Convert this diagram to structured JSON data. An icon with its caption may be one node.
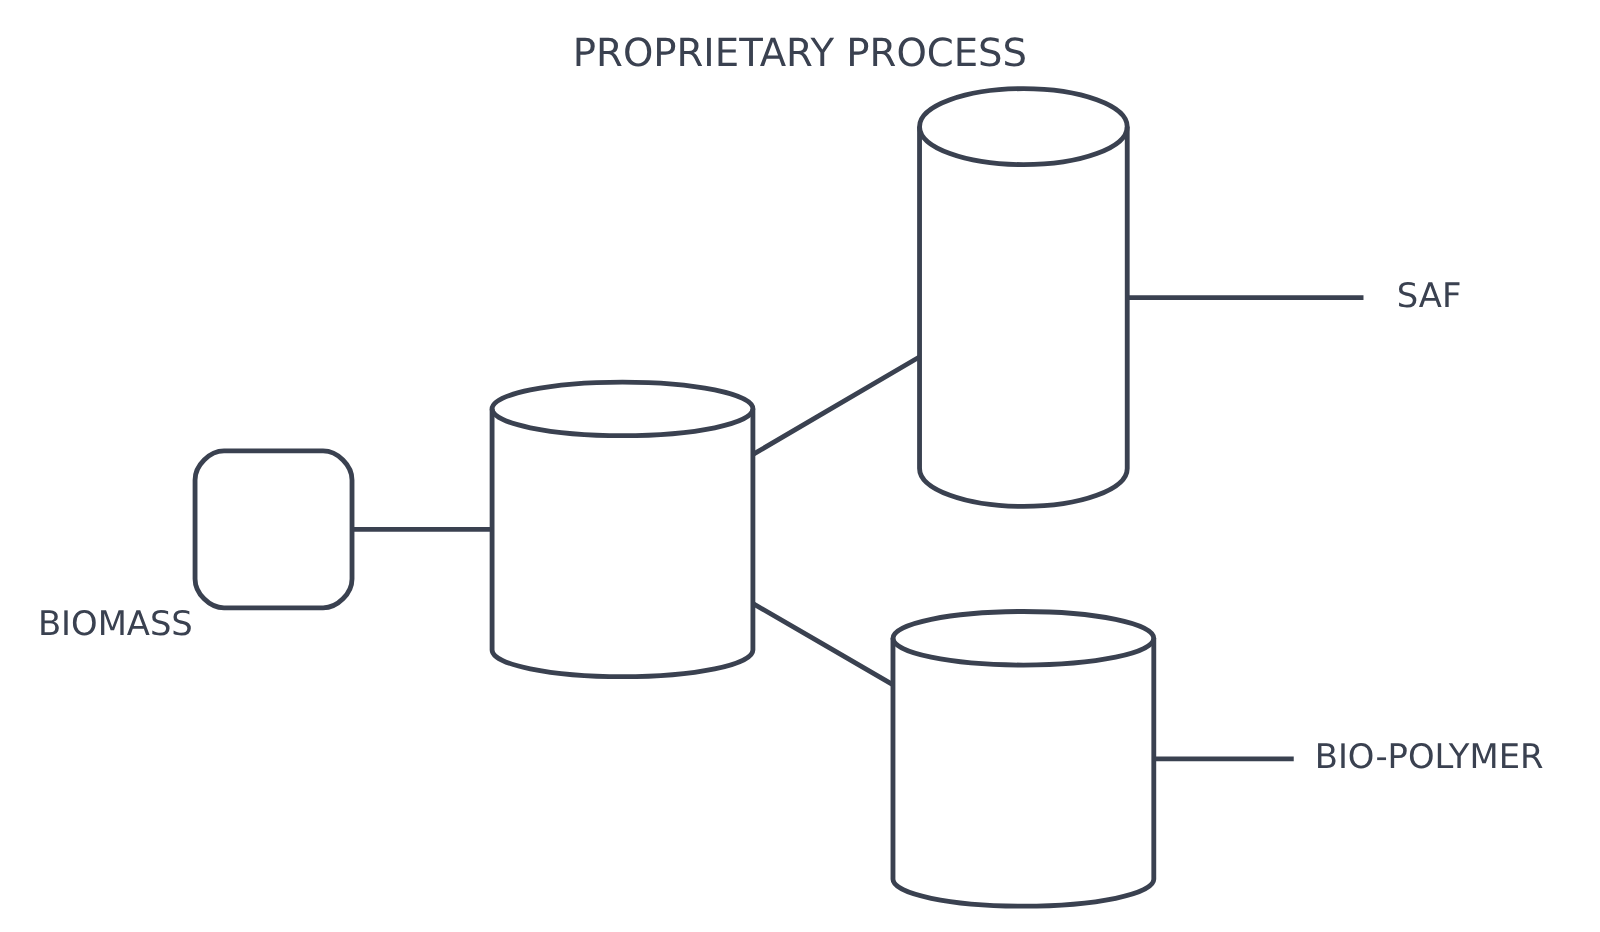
{
  "diagram": {
    "title": "PROPRIETARY PROCESS",
    "nodes": [
      {
        "text": [],
        "shape": "box",
        "beside": [
          "BIOMASS"
        ]
      },
      {
        "text": [],
        "shape": "tank"
      },
      {
        "text": [],
        "shape": "column"
      },
      {
        "text": [],
        "shape": "tank"
      },
      {
        "text": [
          "SAF"
        ]
      },
      {
        "text": [
          "BIO-POLYMER"
        ]
      }
    ],
    "edges": [
      {
        "from": 0,
        "to": 1,
        "arrow": "none"
      },
      {
        "from": 1,
        "to": 2,
        "arrow": "none"
      },
      {
        "from": 1,
        "to": 3,
        "arrow": "none"
      },
      {
        "from": 2,
        "to": 4,
        "arrow": "none"
      },
      {
        "from": 3,
        "to": 5,
        "arrow": "none"
      }
    ]
  }
}
